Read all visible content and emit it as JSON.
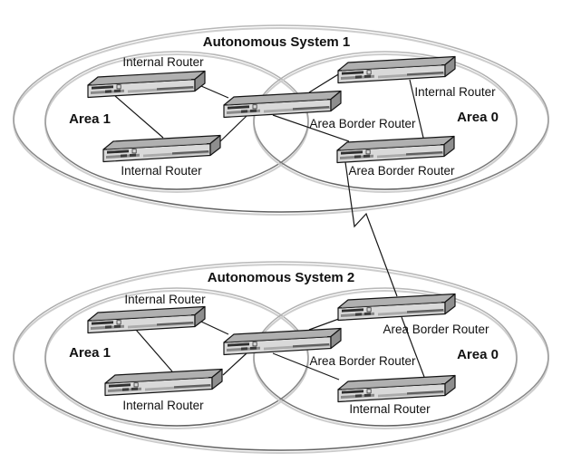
{
  "figure_type": "ospf-network-topology-diagram",
  "colors": {
    "background": "#ffffff",
    "ellipse_stroke_top": "#b5b5b5",
    "ellipse_stroke_bottom": "#5f5f5f",
    "ellipse_shadow": "#cdcdcd",
    "connection_line": "#161616",
    "router_top_face": "#b0b0b0",
    "router_front_face": "#d9d9d9",
    "router_side_face": "#8e8e8e",
    "label_text": "#111111"
  },
  "systems": [
    {
      "title": "Autonomous System 1",
      "areas": [
        {
          "label": "Area 1"
        },
        {
          "label": "Area 0"
        }
      ],
      "nodes": [
        {
          "role": "internal-router",
          "label": "Internal Router"
        },
        {
          "role": "internal-router",
          "label": "Internal Router"
        },
        {
          "role": "area-border-router",
          "label": "Area Border Router"
        },
        {
          "role": "internal-router",
          "label": "Internal Router"
        },
        {
          "role": "area-border-router",
          "label": "Area Border Router"
        }
      ]
    },
    {
      "title": "Autonomous System 2",
      "areas": [
        {
          "label": "Area 1"
        },
        {
          "label": "Area 0"
        }
      ],
      "nodes": [
        {
          "role": "internal-router",
          "label": "Internal Router"
        },
        {
          "role": "internal-router",
          "label": "Internal Router"
        },
        {
          "role": "area-border-router",
          "label": "Area Border Router"
        },
        {
          "role": "area-border-router",
          "label": "Area Border Router"
        },
        {
          "role": "internal-router",
          "label": "Internal Router"
        }
      ]
    }
  ],
  "links": {
    "inter_as_link": "zigzag-serial-link"
  }
}
